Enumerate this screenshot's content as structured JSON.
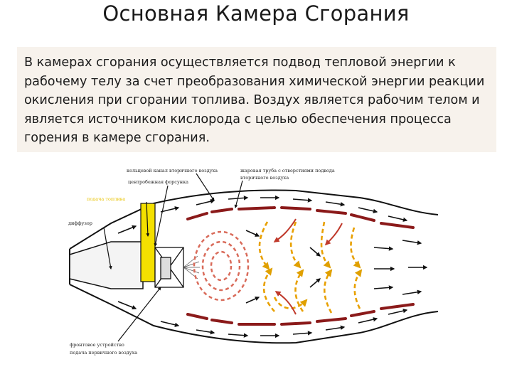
{
  "slide": {
    "title": "Основная Камера Сгорания",
    "body": "В камерах сгорания осуществляется подвод тепловой энергии к рабочему телу за счет преобразования химической энергии реакции окисления при сгорании топлива. Воздух является рабочим телом и является источником кислорода с целью обеспечения процесса горения в камере сгорания."
  },
  "diagram": {
    "labels": {
      "annular_channel": "кольцевой канал вторичного воздуха",
      "flame_tube": "жаровая труба с отверстиями подвода",
      "flame_tube_2": "вторичного воздуха",
      "centrifugal_nozzle": "центробежная форсунка",
      "fuel_supply": "подача топлива",
      "diffuser": "диффузор",
      "front_device": "фронтовое устройство",
      "primary_air": "подача первичного воздуха"
    },
    "colors": {
      "flame_tube_wall": "#8b1a1a",
      "fuel": "#f4e000",
      "recirculation": "#e8a000",
      "hot_zone": "#d96b5a",
      "airflow": "#111111"
    },
    "icons": [
      "airflow-arrow-icon",
      "recirculation-swirl-icon"
    ]
  }
}
